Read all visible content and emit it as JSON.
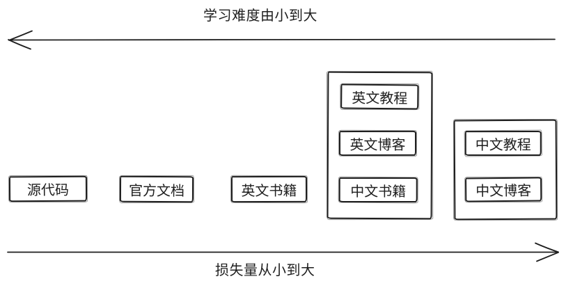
{
  "canvas": {
    "background": "#ffffff",
    "stroke": "#1e1e1e"
  },
  "top_axis": {
    "label": "学习难度由小到大",
    "direction": "left"
  },
  "bottom_axis": {
    "label": "损失量从小到大",
    "direction": "right"
  },
  "standalone_boxes": [
    {
      "label": "源代码"
    },
    {
      "label": "官方文档"
    },
    {
      "label": "英文书籍"
    }
  ],
  "groups": [
    {
      "items": [
        {
          "label": "英文教程"
        },
        {
          "label": "英文博客"
        },
        {
          "label": "中文书籍"
        }
      ]
    },
    {
      "items": [
        {
          "label": "中文教程"
        },
        {
          "label": "中文博客"
        }
      ]
    }
  ]
}
